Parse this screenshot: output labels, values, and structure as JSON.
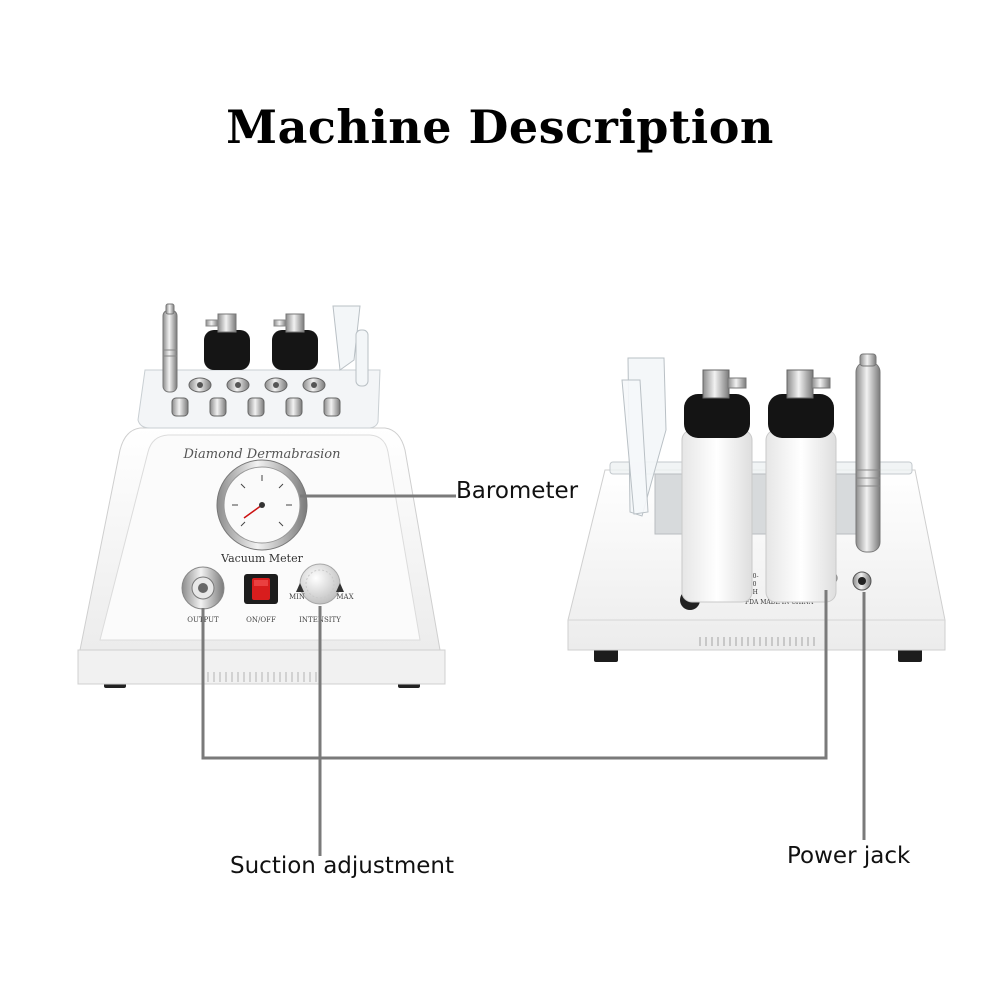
{
  "title": "Machine Description",
  "front_panel": {
    "brand": "Diamond Dermabrasion",
    "meter_label": "Vacuum Meter",
    "output_label": "OUTPUT",
    "switch_label": "ON/OFF",
    "intensity_label": "INTENSITY",
    "min_label": "MIN",
    "max_label": "MAX"
  },
  "back_panel": {
    "rating_lines": [
      "100-",
      "220",
      "50H",
      "FDA MADE IN CHINA"
    ]
  },
  "callouts": {
    "barometer": "Barometer",
    "suction": "Suction adjustment",
    "power": "Power jack"
  },
  "colors": {
    "switch_red": "#d81d1d",
    "leader_line": "#7a7a7a",
    "body": "#f4f4f4"
  },
  "icons": [
    "handpiece-icon",
    "vacuum-bottle-icon",
    "diamond-tip-icon",
    "glass-wand-icon"
  ]
}
